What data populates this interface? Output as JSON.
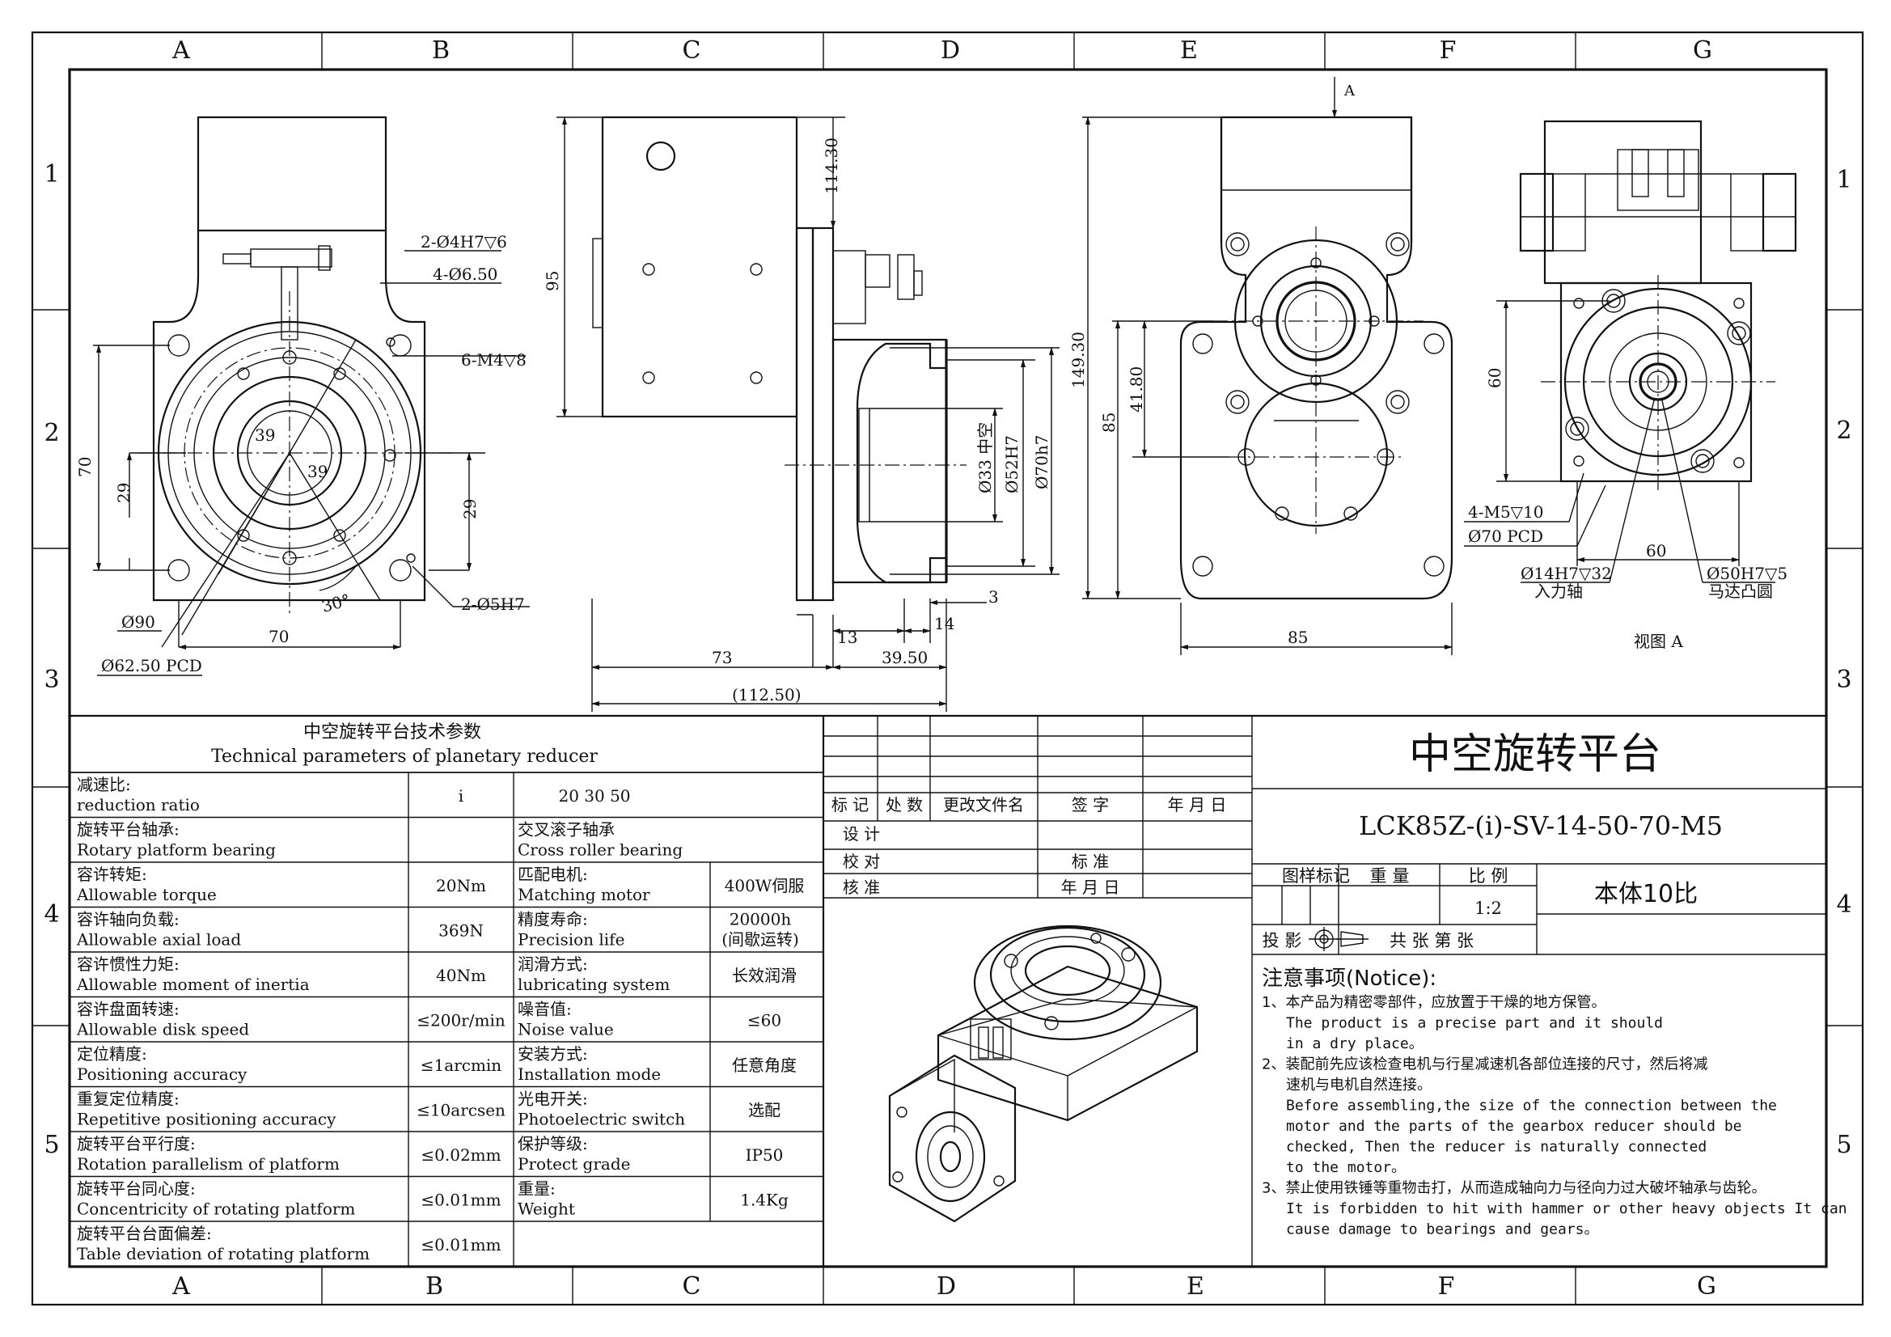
{
  "zones": {
    "cols_top": [
      "A",
      "B",
      "C",
      "D",
      "E",
      "F",
      "G"
    ],
    "cols_bottom": [
      "A",
      "B",
      "C",
      "D",
      "E",
      "F",
      "G"
    ],
    "rows_left": [
      "1",
      "2",
      "3",
      "4",
      "5"
    ],
    "rows_right": [
      "1",
      "2",
      "3",
      "4",
      "5"
    ]
  },
  "dims": {
    "front": {
      "holes_a": "2-Ø4H7▽6",
      "holes_b": "4-Ø6.50",
      "holes_c": "6-M4▽8",
      "holes_d": "2-Ø5H7",
      "d39a": "39",
      "d39b": "39",
      "d70v": "70",
      "d29l": "29",
      "d29r": "29",
      "d90": "Ø90",
      "d70h": "70",
      "angle": "30°",
      "pcd": "Ø62.50 PCD"
    },
    "side": {
      "h114": "114.30",
      "h95": "95",
      "d33": "Ø33 中空",
      "d52": "Ø52H7",
      "d70": "Ø70h7",
      "d3": "3",
      "d13": "13",
      "d14": "14",
      "d73": "73",
      "d39": "39.50",
      "d112": "(112.50)"
    },
    "rear": {
      "arrow_a": "A",
      "h149": "149.30",
      "h85": "85",
      "h41": "41.80",
      "w85": "85"
    },
    "viewa": {
      "h60": "60",
      "m5": "4-M5▽10",
      "pcd70": "Ø70 PCD",
      "shaft": "Ø14H7▽32",
      "shaft_cn": "入力轴",
      "boss": "Ø50H7▽5",
      "boss_cn": "马达凸圆",
      "w60": "60",
      "title": "视图 A"
    }
  },
  "spec_table": {
    "title_cn": "中空旋转平台技术参数",
    "title_en": "Technical parameters of planetary reducer",
    "rows": [
      {
        "l_cn": "减速比:",
        "l_en": "reduction ratio",
        "l_val": "i",
        "r_cn": "",
        "r_en": "",
        "r_val": "20  30  50"
      },
      {
        "l_cn": "旋转平台轴承:",
        "l_en": "Rotary platform bearing",
        "l_val": "",
        "r_cn": "交叉滚子轴承",
        "r_en": "Cross roller bearing",
        "r_val": ""
      },
      {
        "l_cn": "容许转矩:",
        "l_en": "Allowable torque",
        "l_val": "20Nm",
        "r_cn": "匹配电机:",
        "r_en": "Matching motor",
        "r_val": "400W伺服"
      },
      {
        "l_cn": "容许轴向负载:",
        "l_en": "Allowable axial load",
        "l_val": "369N",
        "r_cn": "精度寿命:",
        "r_en": "Precision life",
        "r_val": "20000h",
        "r_val2": "(间歇运转)"
      },
      {
        "l_cn": "容许惯性力矩:",
        "l_en": "Allowable moment of inertia",
        "l_val": "40Nm",
        "r_cn": "润滑方式:",
        "r_en": "lubricating system",
        "r_val": "长效润滑"
      },
      {
        "l_cn": "容许盘面转速:",
        "l_en": "Allowable disk speed",
        "l_val": "≤200r/min",
        "r_cn": "噪音值:",
        "r_en": "Noise value",
        "r_val": "≤60"
      },
      {
        "l_cn": "定位精度:",
        "l_en": "Positioning accuracy",
        "l_val": "≤1arcmin",
        "r_cn": "安装方式:",
        "r_en": "Installation mode",
        "r_val": "任意角度"
      },
      {
        "l_cn": "重复定位精度:",
        "l_en": "Repetitive positioning accuracy",
        "l_val": "≤10arcsen",
        "r_cn": "光电开关:",
        "r_en": "Photoelectric switch",
        "r_val": "选配"
      },
      {
        "l_cn": "旋转平台平行度:",
        "l_en": "Rotation parallelism of platform",
        "l_val": "≤0.02mm",
        "r_cn": "保护等级:",
        "r_en": "Protect grade",
        "r_val": "IP50"
      },
      {
        "l_cn": "旋转平台同心度:",
        "l_en": "Concentricity of rotating platform",
        "l_val": "≤0.01mm",
        "r_cn": "重量:",
        "r_en": "Weight",
        "r_val": "1.4Kg"
      },
      {
        "l_cn": "旋转平台台面偏差:",
        "l_en": "Table deviation of rotating platform",
        "l_val": "≤0.01mm",
        "r_cn": "",
        "r_en": "",
        "r_val": ""
      }
    ]
  },
  "revision": {
    "headers": [
      "标 记",
      "处 数",
      "更改文件名",
      "签  字",
      "年 月 日"
    ],
    "design": "设  计",
    "check": "校  对",
    "standard": "标  准",
    "approve": "核  准",
    "date": "年 月 日"
  },
  "title_block": {
    "name": "中空旋转平台",
    "model": "LCK85Z-(i)-SV-14-50-70-M5",
    "mark_label": "图样标记",
    "weight_label": "重 量",
    "scale_label": "比  例",
    "scale": "1:2",
    "body": "本体10比",
    "projection": "投 影",
    "sheets": "共  张 第  张"
  },
  "notice": {
    "title": "注意事项(Notice):",
    "lines": [
      "1、本产品为精密零部件，应放置于干燥的地方保管。",
      "The product is a precise part and it should",
      "in a dry place。",
      "2、装配前先应该检查电机与行星减速机各部位连接的尺寸，然后将减",
      "速机与电机自然连接。",
      "Before assembling,the size of the connection between the",
      "motor and the parts of the gearbox reducer should be",
      "checked, Then the reducer is naturally connected",
      "to the motor。",
      "3、禁止使用铁锤等重物击打，从而造成轴向力与径向力过大破坏轴承与齿轮。",
      "It is forbidden to hit with hammer or other heavy objects It can",
      "cause damage to bearings and gears。"
    ]
  }
}
